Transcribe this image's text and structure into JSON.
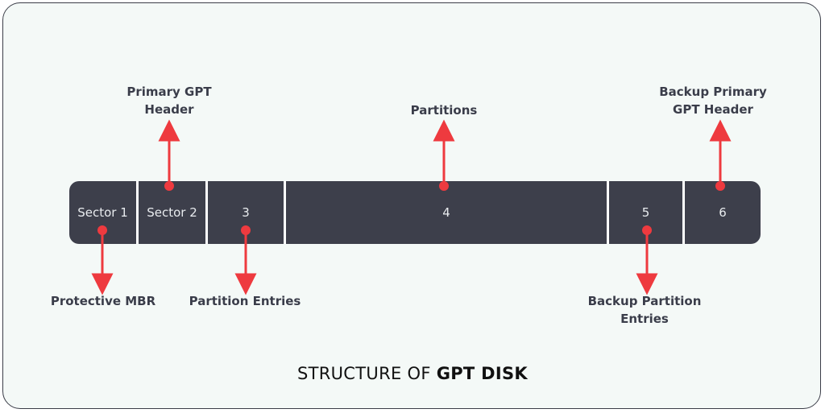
{
  "diagram": {
    "segments": [
      {
        "label": "Sector 1"
      },
      {
        "label": "Sector 2"
      },
      {
        "label": "3"
      },
      {
        "label": "4"
      },
      {
        "label": "5"
      },
      {
        "label": "6"
      }
    ],
    "annotations": {
      "primary_gpt_header": [
        "Primary GPT",
        "Header"
      ],
      "partitions": "Partitions",
      "backup_primary_gpt_header": [
        "Backup Primary",
        "GPT Header"
      ],
      "protective_mbr": "Protective MBR",
      "partition_entries": "Partition Entries",
      "backup_partition_entries": [
        "Backup Partition",
        "Entries"
      ]
    },
    "title": {
      "prefix": "STRUCTURE OF ",
      "emphasis": "GPT DISK"
    },
    "colors": {
      "arrow": "#ee3a3f",
      "segment": "#3d3f4b",
      "background": "#f4f9f7",
      "text": "#3a3d4a"
    }
  }
}
